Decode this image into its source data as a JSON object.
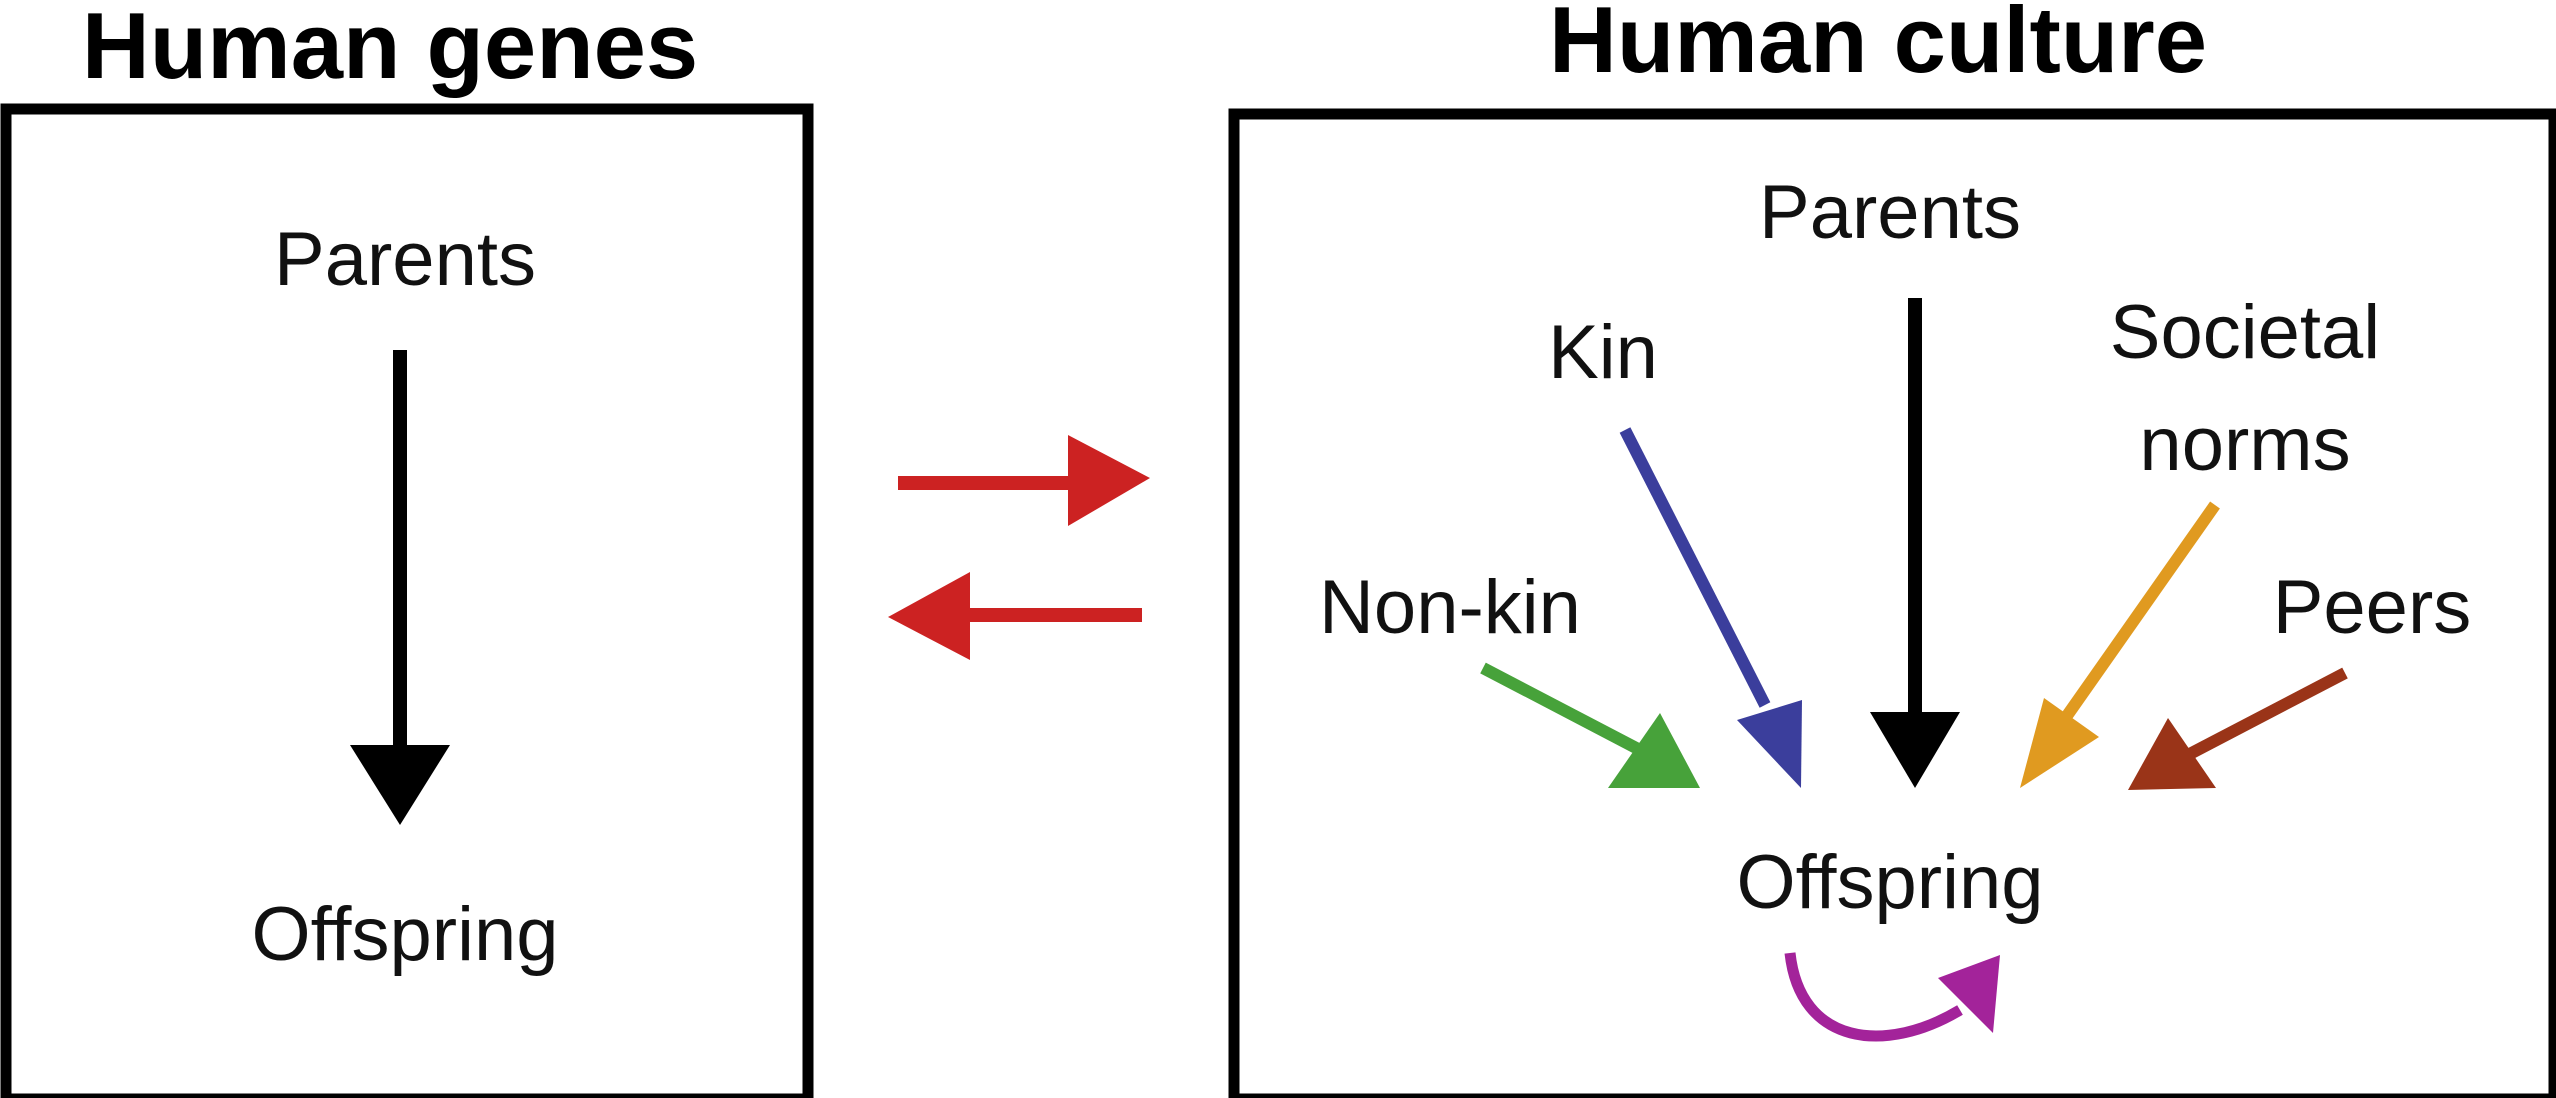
{
  "genes_panel": {
    "title": "Human genes",
    "source_label": "Parents",
    "target_label": "Offspring",
    "arrow_color": "#000000"
  },
  "exchange_arrows": {
    "color": "#cc2222",
    "directions": [
      "genes-to-culture",
      "culture-to-genes"
    ]
  },
  "culture_panel": {
    "title": "Human culture",
    "target_label": "Offspring",
    "sources": [
      {
        "id": "parents",
        "label": "Parents",
        "color": "#000000"
      },
      {
        "id": "kin",
        "label": "Kin",
        "color": "#3b3e9c"
      },
      {
        "id": "societal",
        "label_lines": [
          "Societal",
          "norms"
        ],
        "color": "#e09a20"
      },
      {
        "id": "nonkin",
        "label": "Non-kin",
        "color": "#47a23a"
      },
      {
        "id": "peers",
        "label": "Peers",
        "color": "#9a3418"
      }
    ],
    "self_loop_color": "#a3239a"
  }
}
